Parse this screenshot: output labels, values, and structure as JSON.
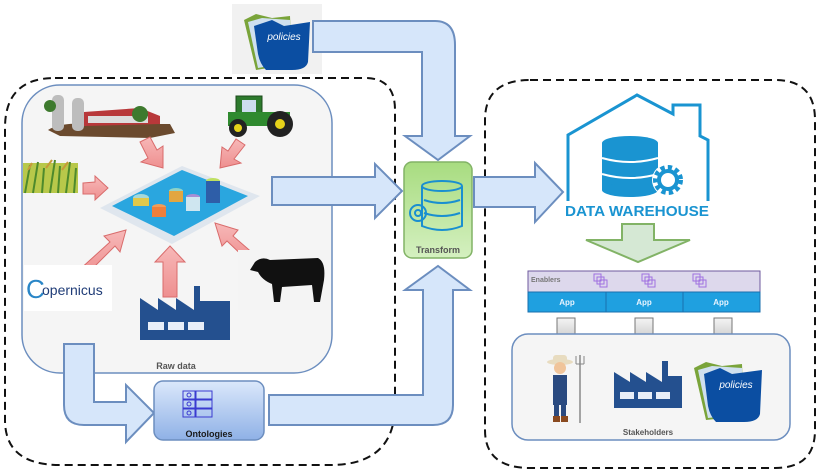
{
  "diagram": {
    "title": "Data pipeline to data warehouse",
    "colors": {
      "arrow_fill": "#d6e6fa",
      "arrow_stroke": "#6c8ebf",
      "red_arrow_fill": "#f4a7a7",
      "red_arrow_stroke": "#d96b6b",
      "transform_fill": "#b5e08e",
      "transform_stroke": "#82b366",
      "warehouse_blue": "#1a94d1",
      "app_blue": "#1fa0e0",
      "enablers_fill": "#ddd8ec",
      "enablers_stroke": "#6e5a9e",
      "grey_arrow": "#c8c8c8",
      "green_arrow_fill": "#d5e8d4",
      "green_arrow_stroke": "#82b366",
      "policies_blue": "#0b4ea2",
      "factory_blue": "#24508f"
    },
    "top_source": {
      "label": "policies"
    },
    "raw_data": {
      "label": "Raw data",
      "sources": [
        "farm",
        "tractor",
        "crops",
        "copernicus",
        "factory",
        "cattle"
      ],
      "copernicus_label": "opernicus",
      "copernicus_c": "C"
    },
    "ontologies": {
      "label": "Ontologies"
    },
    "transform": {
      "label": "Transform"
    },
    "warehouse": {
      "label": "DATA WAREHOUSE"
    },
    "enablers": {
      "label": "Enablers",
      "apps": [
        "App",
        "App",
        "App"
      ]
    },
    "stakeholders": {
      "label": "Stakeholders",
      "items": [
        "farmer",
        "industry",
        "policies"
      ],
      "policies_label": "policies"
    }
  }
}
